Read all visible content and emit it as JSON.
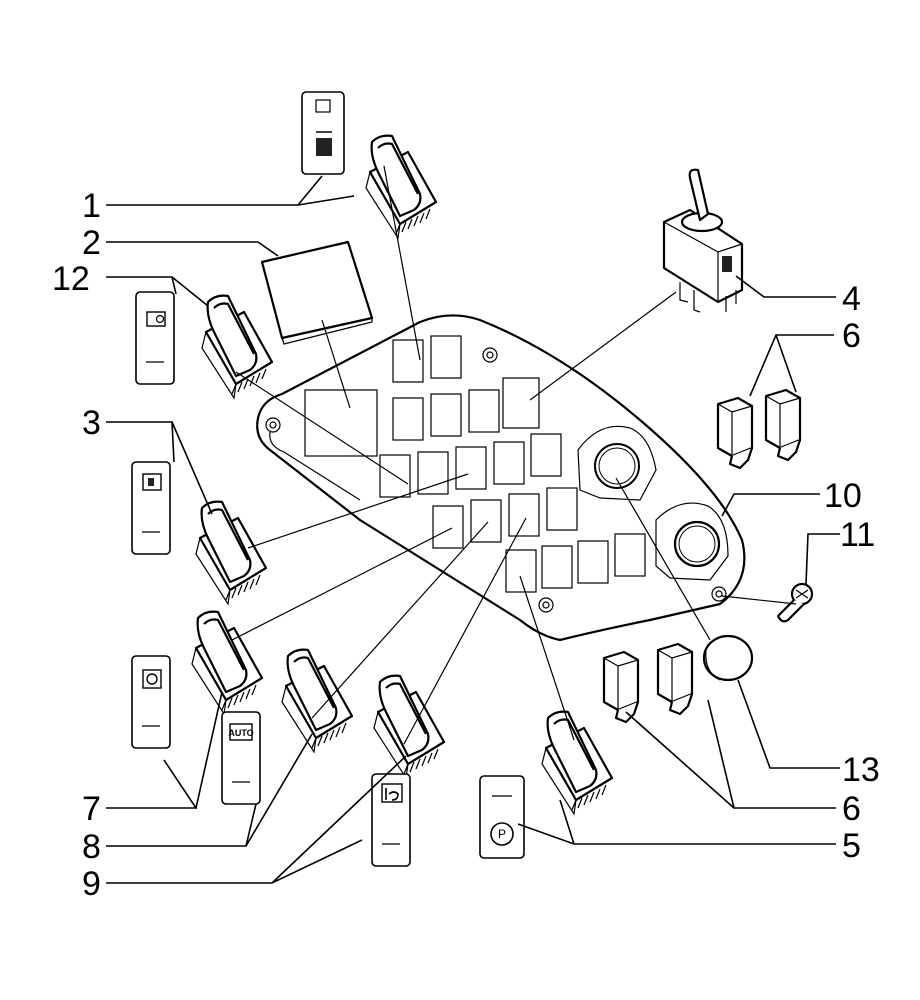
{
  "diagram": {
    "callouts": {
      "c1": "1",
      "c2": "2",
      "c3": "3",
      "c4": "4",
      "c5": "5",
      "c6a": "6",
      "c6b": "6",
      "c7": "7",
      "c8": "8",
      "c9": "9",
      "c10": "10",
      "c11": "11",
      "c12": "12",
      "c13": "13"
    },
    "legends": {
      "auto": "AUTO",
      "park": "P"
    },
    "icons": {
      "rocker_switch": "rocker-switch-icon",
      "toggle_switch": "toggle-switch-icon",
      "blank_cover": "blank-cover-icon",
      "indicator_lamp": "indicator-lamp-icon",
      "screw": "screw-icon",
      "cap": "cap-icon"
    }
  }
}
